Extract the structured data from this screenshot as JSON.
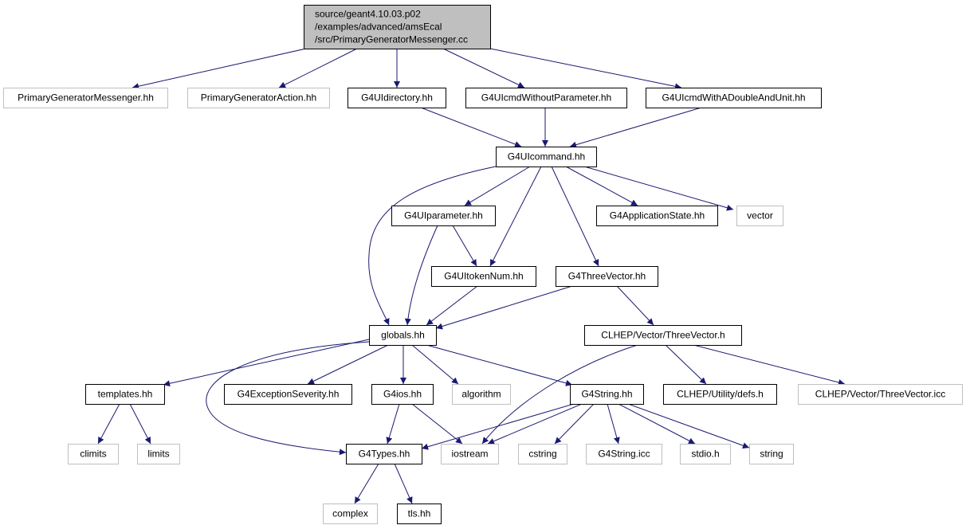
{
  "diagram": {
    "colors": {
      "edge": "#191970",
      "root_fill": "#bfbfbf",
      "internal_border": "#000000",
      "external_border": "#bfbfbf",
      "text": "#000000"
    },
    "nodes": [
      {
        "id": "root",
        "kind": "root",
        "lines": [
          "source/geant4.10.03.p02",
          "/examples/advanced/amsEcal",
          "/src/PrimaryGeneratorMessenger.cc"
        ]
      },
      {
        "id": "pgm",
        "kind": "ext",
        "lines": [
          "PrimaryGeneratorMessenger.hh"
        ]
      },
      {
        "id": "pga",
        "kind": "ext",
        "lines": [
          "PrimaryGeneratorAction.hh"
        ]
      },
      {
        "id": "uidir",
        "kind": "int",
        "lines": [
          "G4UIdirectory.hh"
        ]
      },
      {
        "id": "uiwithout",
        "kind": "int",
        "lines": [
          "G4UIcmdWithoutParameter.hh"
        ]
      },
      {
        "id": "uidouble",
        "kind": "int",
        "lines": [
          "G4UIcmdWithADoubleAndUnit.hh"
        ]
      },
      {
        "id": "uicommand",
        "kind": "int",
        "lines": [
          "G4UIcommand.hh"
        ]
      },
      {
        "id": "uiparam",
        "kind": "int",
        "lines": [
          "G4UIparameter.hh"
        ]
      },
      {
        "id": "appstate",
        "kind": "int",
        "lines": [
          "G4ApplicationState.hh"
        ]
      },
      {
        "id": "vector",
        "kind": "ext",
        "lines": [
          "vector"
        ]
      },
      {
        "id": "tokennum",
        "kind": "int",
        "lines": [
          "G4UItokenNum.hh"
        ]
      },
      {
        "id": "threevec",
        "kind": "int",
        "lines": [
          "G4ThreeVector.hh"
        ]
      },
      {
        "id": "globals",
        "kind": "int",
        "lines": [
          "globals.hh"
        ]
      },
      {
        "id": "clhepvec",
        "kind": "int",
        "lines": [
          "CLHEP/Vector/ThreeVector.h"
        ]
      },
      {
        "id": "templates",
        "kind": "int",
        "lines": [
          "templates.hh"
        ]
      },
      {
        "id": "excsev",
        "kind": "int",
        "lines": [
          "G4ExceptionSeverity.hh"
        ]
      },
      {
        "id": "g4ios",
        "kind": "int",
        "lines": [
          "G4ios.hh"
        ]
      },
      {
        "id": "algorithm",
        "kind": "ext",
        "lines": [
          "algorithm"
        ]
      },
      {
        "id": "g4string",
        "kind": "int",
        "lines": [
          "G4String.hh"
        ]
      },
      {
        "id": "defs",
        "kind": "int",
        "lines": [
          "CLHEP/Utility/defs.h"
        ]
      },
      {
        "id": "threevecicc",
        "kind": "ext",
        "lines": [
          "CLHEP/Vector/ThreeVector.icc"
        ]
      },
      {
        "id": "climits",
        "kind": "ext",
        "lines": [
          "climits"
        ]
      },
      {
        "id": "limits",
        "kind": "ext",
        "lines": [
          "limits"
        ]
      },
      {
        "id": "g4types",
        "kind": "int",
        "lines": [
          "G4Types.hh"
        ]
      },
      {
        "id": "iostream",
        "kind": "ext",
        "lines": [
          "iostream"
        ]
      },
      {
        "id": "cstring",
        "kind": "ext",
        "lines": [
          "cstring"
        ]
      },
      {
        "id": "stringicc",
        "kind": "ext",
        "lines": [
          "G4String.icc"
        ]
      },
      {
        "id": "stdio",
        "kind": "ext",
        "lines": [
          "stdio.h"
        ]
      },
      {
        "id": "string",
        "kind": "ext",
        "lines": [
          "string"
        ]
      },
      {
        "id": "complex",
        "kind": "ext",
        "lines": [
          "complex"
        ]
      },
      {
        "id": "tls",
        "kind": "int",
        "lines": [
          "tls.hh"
        ]
      }
    ],
    "edges": [
      [
        "root",
        "pgm"
      ],
      [
        "root",
        "pga"
      ],
      [
        "root",
        "uidir"
      ],
      [
        "root",
        "uiwithout"
      ],
      [
        "root",
        "uidouble"
      ],
      [
        "uidir",
        "uicommand"
      ],
      [
        "uiwithout",
        "uicommand"
      ],
      [
        "uidouble",
        "uicommand"
      ],
      [
        "uicommand",
        "uiparam"
      ],
      [
        "uicommand",
        "tokennum"
      ],
      [
        "uicommand",
        "threevec"
      ],
      [
        "uicommand",
        "appstate"
      ],
      [
        "uicommand",
        "vector"
      ],
      [
        "uicommand",
        "globals"
      ],
      [
        "uiparam",
        "tokennum"
      ],
      [
        "uiparam",
        "globals"
      ],
      [
        "tokennum",
        "globals"
      ],
      [
        "threevec",
        "globals"
      ],
      [
        "threevec",
        "clhepvec"
      ],
      [
        "globals",
        "templates"
      ],
      [
        "globals",
        "excsev"
      ],
      [
        "globals",
        "g4ios"
      ],
      [
        "globals",
        "algorithm"
      ],
      [
        "globals",
        "g4string"
      ],
      [
        "globals",
        "g4types"
      ],
      [
        "clhepvec",
        "iostream"
      ],
      [
        "clhepvec",
        "defs"
      ],
      [
        "clhepvec",
        "threevecicc"
      ],
      [
        "templates",
        "climits"
      ],
      [
        "templates",
        "limits"
      ],
      [
        "g4ios",
        "g4types"
      ],
      [
        "g4ios",
        "iostream"
      ],
      [
        "g4string",
        "g4types"
      ],
      [
        "g4string",
        "iostream"
      ],
      [
        "g4string",
        "cstring"
      ],
      [
        "g4string",
        "stringicc"
      ],
      [
        "g4string",
        "stdio"
      ],
      [
        "g4string",
        "string"
      ],
      [
        "g4types",
        "complex"
      ],
      [
        "g4types",
        "tls"
      ]
    ]
  }
}
